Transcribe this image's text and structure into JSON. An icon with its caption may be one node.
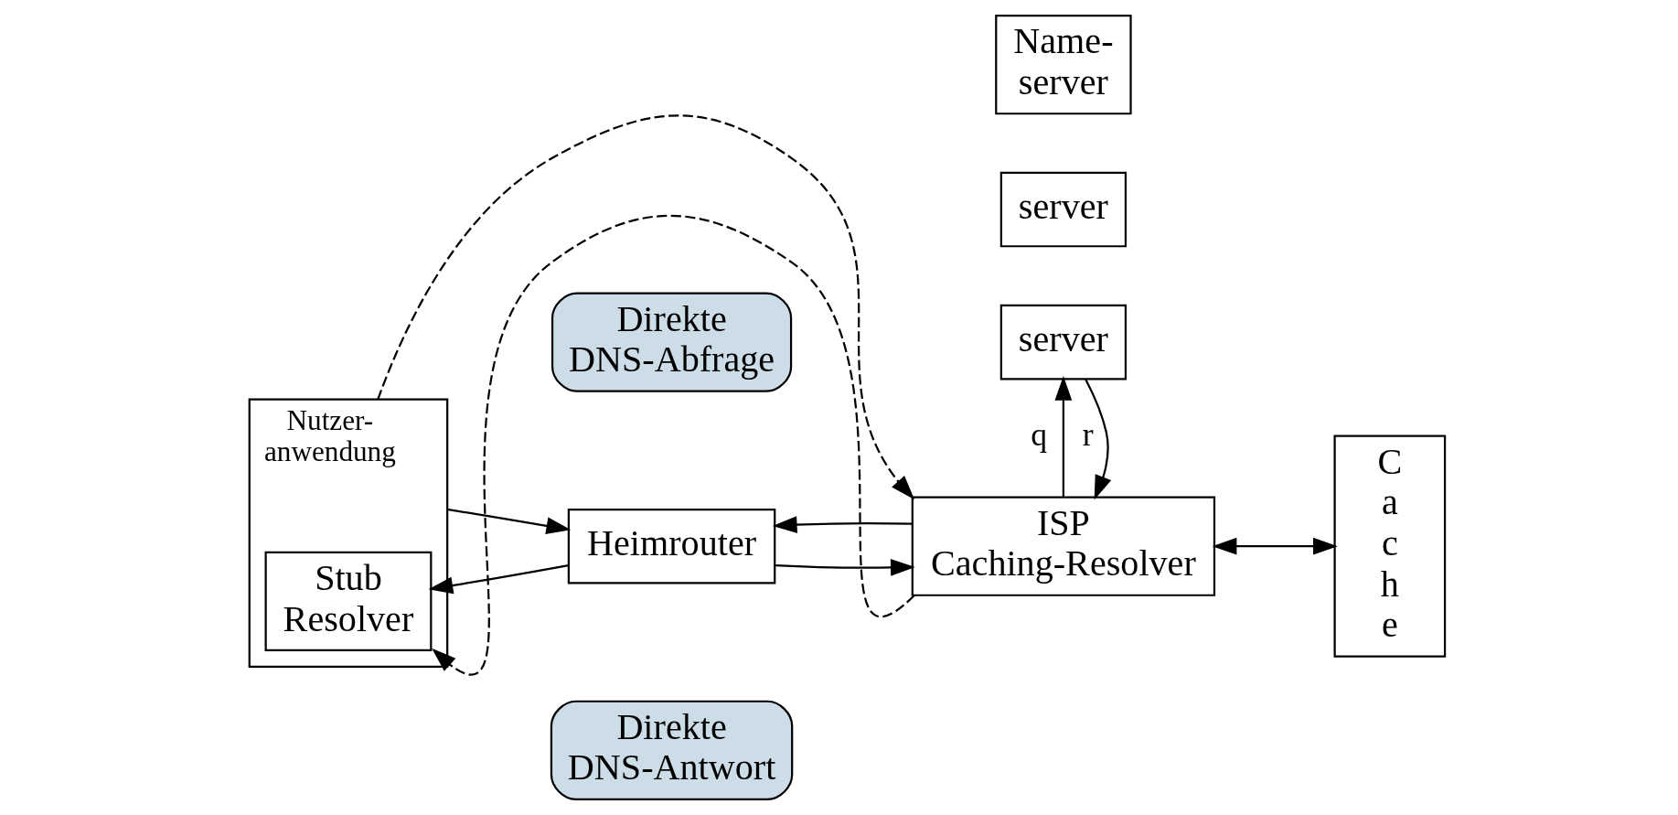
{
  "diagram": {
    "nodes": [
      {
        "text": [
          "Nutzer- anwendung"
        ]
      },
      {
        "text": [
          "Stub Resolver"
        ],
        "in": 0
      },
      {
        "text": [
          "Heimrouter"
        ]
      },
      {
        "text": [
          "ISP Caching-Resolver"
        ]
      },
      {
        "text": [
          "Name- server"
        ]
      },
      {
        "text": [
          "server"
        ]
      },
      {
        "text": [
          "server"
        ]
      },
      {
        "text": [
          "C a c h e"
        ]
      },
      {
        "text": [
          "Direkte DNS-Abfrage"
        ]
      },
      {
        "text": [
          "Direkte DNS-Antwort"
        ]
      }
    ],
    "edges": [
      {
        "from": 0,
        "to": 2,
        "arrow": "to"
      },
      {
        "from": 2,
        "to": 1,
        "arrow": "to"
      },
      {
        "from": 2,
        "to": 3,
        "arrow": "to"
      },
      {
        "from": 3,
        "to": 2,
        "arrow": "to"
      },
      {
        "from": 3,
        "to": 6,
        "arrow": "to",
        "label": "q"
      },
      {
        "from": 6,
        "to": 3,
        "arrow": "to",
        "label": "r"
      },
      {
        "from": 3,
        "to": 7,
        "arrow": "both"
      },
      {
        "from": 0,
        "to": 3,
        "arrow": "to",
        "style": "dashed"
      },
      {
        "from": 3,
        "to": 1,
        "arrow": "to",
        "style": "dashed"
      }
    ]
  }
}
